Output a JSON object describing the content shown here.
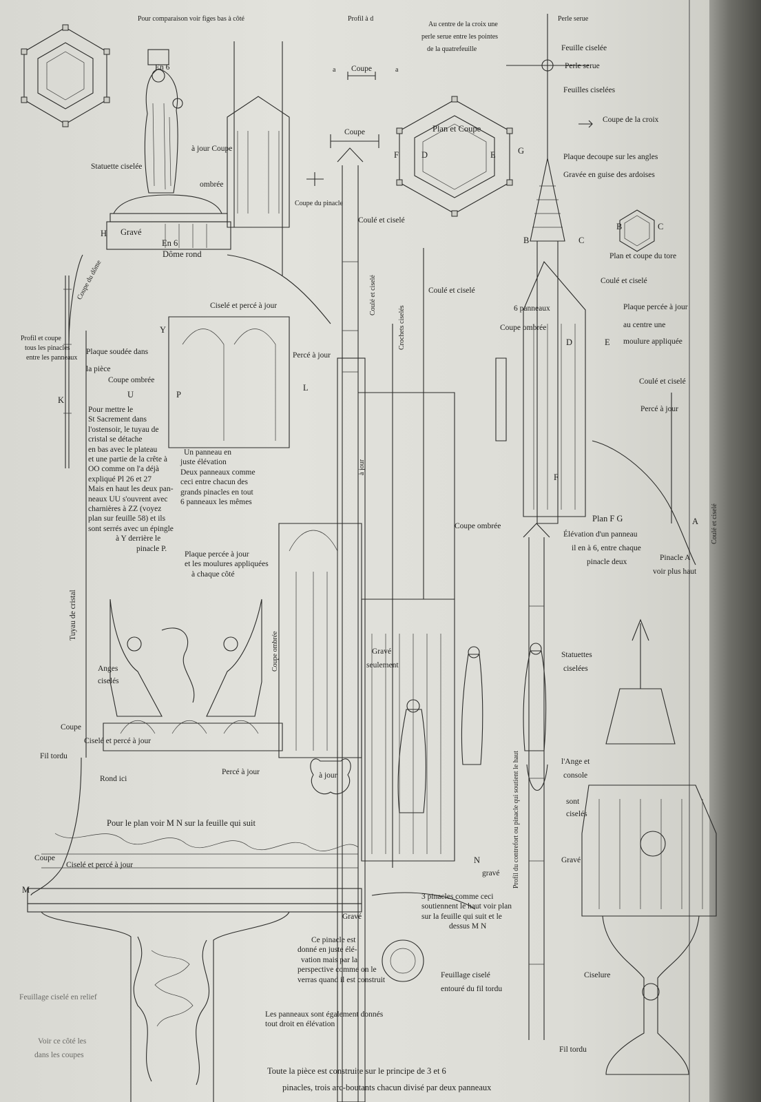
{
  "labels": {
    "pour_comparaison": "Pour comparaison voir figes bas à côté",
    "profil_a_d": "Profil à d",
    "au_centre_1": "Au centre de la croix une",
    "au_centre_2": "perle serue entre les pointes",
    "au_centre_3": "de la quatrefeuille",
    "perle_serue_top": "Perle serue",
    "feuille_ciselee": "Feuille ciselée",
    "perle_serue_2": "Perle serue",
    "feuilles_ciselees": "Feuilles ciselées",
    "coupe_de_la_croix": "Coupe de la croix",
    "plaque_decoupee": "Plaque decoupe sur les angles",
    "gravee_ardoises": "Gravée en guise des ardoises",
    "en_6_top": "En 6",
    "statuette_ciselee": "Statuette ciselée",
    "a_jour_coupe": "à jour Coupe",
    "ombree": "ombrée",
    "coupe_top": "Coupe",
    "coupe_2": "Coupe",
    "plan_et_coupe": "Plan et Coupe",
    "letter_F": "F",
    "letter_D": "D",
    "letter_E": "E",
    "letter_G": "G",
    "letter_a1": "a",
    "letter_a2": "a",
    "coupe_du_pinacle": "Coupe du pinacle",
    "coule_et_cisele_1": "Coulé et ciselé",
    "letter_B": "B",
    "letter_C": "C",
    "letter_B2": "B",
    "letter_C2": "C",
    "plan_coupe_croix": "Plan et coupe du tore",
    "coule_et_cisele_2": "Coulé et ciselé",
    "H": "H",
    "grave": "Gravé",
    "en_6": "En 6",
    "dome_rond": "Dôme rond",
    "coupe_du_dome": "Coupe du dôme",
    "profil_1": "Profil et coupe",
    "profil_2": "tous les pinacles",
    "profil_3": "entre les panneaux",
    "cisele_perce_jour": "Ciselé et percé à jour",
    "coule_et_cisele_3": "Coulé et ciselé",
    "crochets_ciseles": "Crochets ciselés",
    "coule_et_cisele_vert": "Coulé et ciselé",
    "six_panneaux": "6 panneaux",
    "coupe_ombree_r": "Coupe ombrée",
    "plaque_percee_1": "Plaque percée à jour",
    "plaque_percee_2": "au centre une",
    "plaque_percee_3": "moulure appliquée",
    "letter_D2": "D",
    "letter_E2": "E",
    "letter_Y": "Y",
    "plaque_soudee_1": "Plaque soudée dans",
    "plaque_soudee_2": "la pièce",
    "coupe_ombree_l": "Coupe ombrée",
    "letter_U": "U",
    "letter_P": "P",
    "letter_K": "K",
    "perce_a_jour_1": "Percé à jour",
    "letter_L": "L",
    "coule_et_cisele_4": "Coulé et ciselé",
    "perce_a_jour_r": "Percé à jour",
    "sacrement_text": [
      "Pour mettre le",
      "St Sacrement dans",
      "l'ostensoir, le tuyau de",
      "cristal se détache",
      "en bas avec le plateau",
      "et une partie de la crête à",
      "OO comme on l'a déjà",
      "expliqué Pl 26 et 27",
      "Mais en haut les deux pan-",
      "neaux UU s'ouvrent avec",
      "charnières à ZZ (voyez",
      "plan sur feuille 58) et ils",
      "sont serrés avec un épingle",
      "à Y derrière le",
      "pinacle P."
    ],
    "un_panneau_text": [
      "Un panneau en",
      "juste élévation",
      "Deux panneaux comme",
      "ceci entre chacun des",
      "grands pinacles en tout",
      "6 panneaux les mêmes"
    ],
    "plaque_moulures_text": [
      "Plaque percée à jour",
      "et les moulures appliquées",
      "à chaque côté"
    ],
    "coupe_ombree_mid": "Coupe ombrée",
    "letter_F2": "F",
    "plan_fg": "Plan F G",
    "elevation_1": "Élévation d'un panneau",
    "elevation_2": "il en à 6, entre chaque",
    "elevation_3": "pinacle deux",
    "pinacle_a_1": "Pinacle A",
    "pinacle_a_2": "voir plus haut",
    "coule_et_cisele_vert2": "Coulé et ciselé",
    "letter_A": "A",
    "tuyau_de_cristal": "Tuyau de cristal",
    "a_jour_vert": "à jour",
    "anges_1": "Anges",
    "anges_2": "ciselés",
    "coupe_ombree_vert": "Coupe ombrée",
    "grave_seulement_1": "Gravé",
    "grave_seulement_2": "seulement",
    "statuettes_1": "Statuettes",
    "statuettes_2": "ciselées",
    "coupe_left": "Coupe",
    "cisele_perce_2": "Ciselé et percé à jour",
    "fil_tordu_1": "Fil tordu",
    "rond_ici": "Rond ici",
    "perce_a_jour_bottom": "Percé à jour",
    "a_jour_quatre": "à jour",
    "profil_contrefort": "Profil du contrefort ou pinacle qui soutient le haut",
    "ange_1": "l'Ange et",
    "ange_2": "console",
    "ange_3": "sont",
    "ange_4": "ciselés",
    "pour_le_plan": "Pour le plan voir M N sur la feuille qui suit",
    "coupe_low": "Coupe",
    "cisele_perce_3": "Ciselé et percé à jour",
    "M": "M",
    "N": "N",
    "grave_n": "gravé",
    "grave_low": "Gravé",
    "trois_pinacles": [
      "3 pinacles comme ceci",
      "soutiennent le haut voir plan",
      "sur la feuille qui suit et le",
      "dessus M N"
    ],
    "grave_2": "Gravé",
    "ce_pinacle": [
      "Ce pinacle est",
      "donné en juste élé-",
      "vation mais par la",
      "perspective comme on le",
      "verras quand il est construit"
    ],
    "panneaux_text": [
      "Les panneaux sont également donnés",
      "tout droit en élévation"
    ],
    "feuillage_1": "Feuillage ciselé",
    "feuillage_2": "entouré du fil tordu",
    "ciselure": "Ciselure",
    "fil_tordu_2": "Fil tordu",
    "feuillage_relief": "Feuillage ciselé en relief",
    "voir_coupes_1": "Voir ce côté les",
    "voir_coupes_2": "dans les coupes",
    "bottom_1": "Toute la pièce est construite sur le principe de 3 et 6",
    "bottom_2": "pinacles, trois arc-boutants chacun divisé par deux panneaux"
  }
}
